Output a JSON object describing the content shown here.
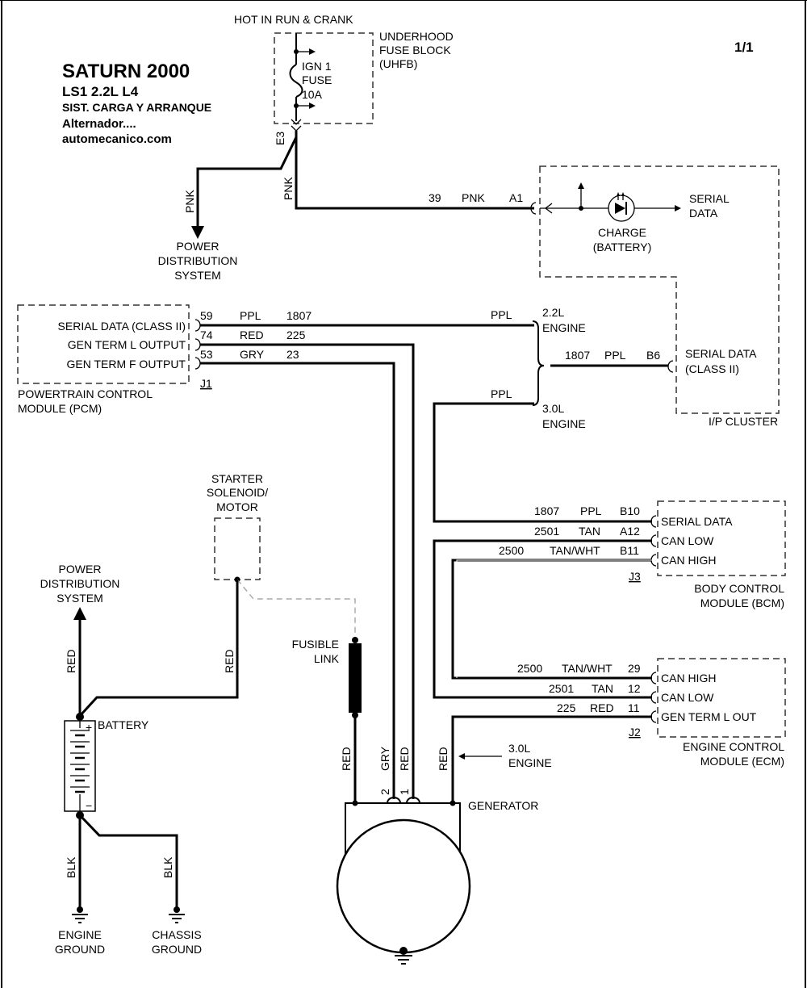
{
  "header": {
    "title": "SATURN 2000",
    "engine": "LS1   2.2L  L4",
    "system": "SIST. CARGA Y ARRANQUE",
    "subtitle": "Alternador....",
    "site": "automecanico.com",
    "page": "1/1"
  },
  "fuse": {
    "hot": "HOT IN RUN & CRANK",
    "block_l1": "UNDERHOOD",
    "block_l2": "FUSE BLOCK",
    "block_l3": "(UHFB)",
    "name_l1": "IGN 1",
    "name_l2": "FUSE",
    "rating": "10A",
    "pin": "E3"
  },
  "pds_top": {
    "l1": "POWER",
    "l2": "DISTRIBUTION",
    "l3": "SYSTEM"
  },
  "pds_left": {
    "l1": "POWER",
    "l2": "DISTRIBUTION",
    "l3": "SYSTEM"
  },
  "wires": {
    "pnk": "PNK",
    "pnk_circuit": "39",
    "pnk_pin": "A1",
    "ppl": "PPL",
    "red": "RED",
    "gry": "GRY",
    "blk": "BLK",
    "tan": "TAN",
    "tanwht": "TAN/WHT",
    "c1807": "1807",
    "c225": "225",
    "c23": "23",
    "c2501": "2501",
    "c2500": "2500"
  },
  "cluster": {
    "lamp_l1": "CHARGE",
    "lamp_l2": "(BATTERY)",
    "serial_out_l1": "SERIAL",
    "serial_out_l2": "DATA",
    "pin_b6": "B6",
    "serial_in_l1": "SERIAL DATA",
    "serial_in_l2": "(CLASS II)",
    "name": "I/P CLUSTER"
  },
  "pcm": {
    "pin59": "59",
    "pin74": "74",
    "pin53": "53",
    "row1": "SERIAL DATA (CLASS II)",
    "row2": "GEN TERM L OUTPUT",
    "row3": "GEN TERM F OUTPUT",
    "connector": "J1",
    "name_l1": "POWERTRAIN CONTROL",
    "name_l2": "MODULE (PCM)"
  },
  "engine_opts": {
    "e22_l1": "2.2L",
    "e22_l2": "ENGINE",
    "e30_l1": "3.0L",
    "e30_l2": "ENGINE"
  },
  "bcm": {
    "pin_b10": "B10",
    "pin_a12": "A12",
    "pin_b11": "B11",
    "row1": "SERIAL DATA",
    "row2": "CAN LOW",
    "row3": "CAN HIGH",
    "connector": "J3",
    "name_l1": "BODY CONTROL",
    "name_l2": "MODULE (BCM)"
  },
  "ecm": {
    "pin29": "29",
    "pin12": "12",
    "pin11": "11",
    "row1": "CAN HIGH",
    "row2": "CAN LOW",
    "row3": "GEN TERM L OUT",
    "connector": "J2",
    "name_l1": "ENGINE CONTROL",
    "name_l2": "MODULE (ECM)"
  },
  "starter": {
    "l1": "STARTER",
    "l2": "SOLENOID/",
    "l3": "MOTOR"
  },
  "fusible": {
    "l1": "FUSIBLE",
    "l2": "LINK"
  },
  "battery": {
    "label": "BATTERY",
    "plus": "+",
    "minus": "−"
  },
  "generator": {
    "label": "GENERATOR",
    "pin2": "2",
    "pin1": "1",
    "note_l1": "3.0L",
    "note_l2": "ENGINE"
  },
  "grounds": {
    "engine_l1": "ENGINE",
    "engine_l2": "GROUND",
    "chassis_l1": "CHASSIS",
    "chassis_l2": "GROUND"
  }
}
